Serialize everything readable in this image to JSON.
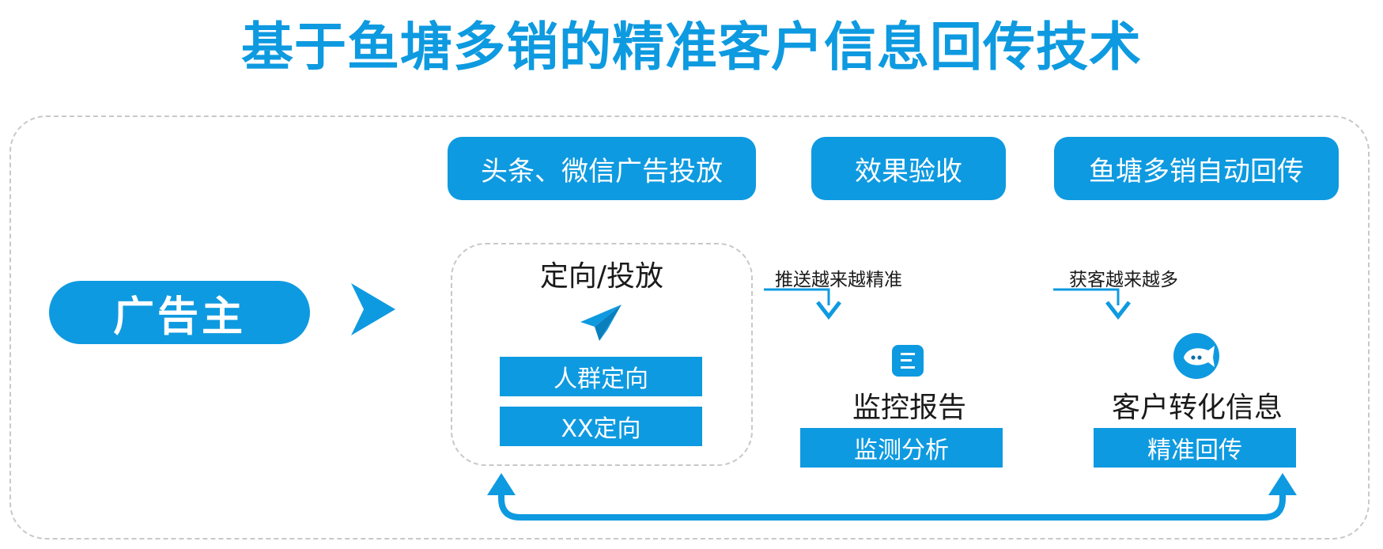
{
  "title": "基于鱼塘多销的精准客户信息回传技术",
  "advertiser": "广告主",
  "stages": [
    {
      "header": "头条、微信广告投放",
      "heading": "定向/投放",
      "icon": "paper-plane-icon",
      "items": [
        "人群定向",
        "XX定向"
      ]
    },
    {
      "header": "效果验收",
      "flow_label": "推送越来越精准",
      "heading": "监控报告",
      "icon": "list-document-icon",
      "items": [
        "监测分析"
      ]
    },
    {
      "header": "鱼塘多销自动回传",
      "flow_label": "获客越来越多",
      "heading": "客户转化信息",
      "icon": "fish-logo-icon",
      "items": [
        "精准回传"
      ]
    }
  ],
  "colors": {
    "accent": "#0e9ae0",
    "dash": "#c8c8c8",
    "text": "#1a1a1a"
  }
}
